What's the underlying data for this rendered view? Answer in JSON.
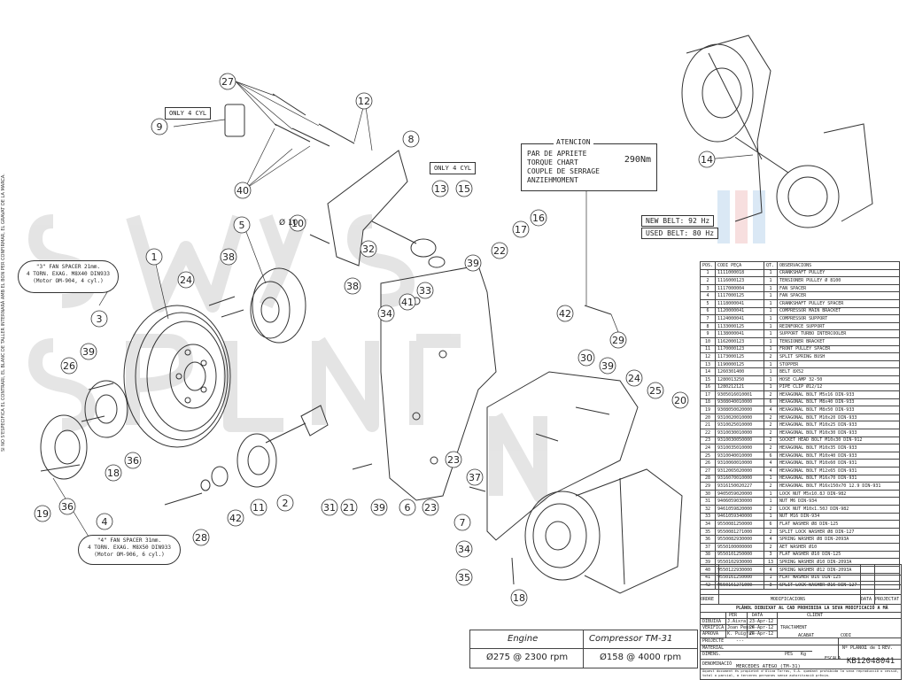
{
  "side_note": "SI NO S'ESPECIFICA EL CONTRARI, EL BLANC DE TALLER INTERNARÀ AMB EL BON PER CONFIRMAR, EL GRAVAT DE LA MARCA.",
  "watermark_color": "#cfcfcf",
  "accent_blue": "#bcd7ee",
  "accent_red": "#f2c6c6",
  "notes": {
    "only4_a": "ONLY 4 CYL",
    "only4_b": "ONLY 4 CYL",
    "spacer3_title": "\"3\" FAN SPACER 21mm.",
    "spacer3_l2": "4 TORN. EXAG. M8X40 DIN933",
    "spacer3_l3": "(Motor OM-904, 4 cyl.)",
    "spacer4_title": "\"4\" FAN SPACER 31mm.",
    "spacer4_l2": "4 TORN. EXAG. M8X50 DIN933",
    "spacer4_l3": "(Motor OM-906, 6 cyl.)",
    "diameter10": "Ø 10"
  },
  "torque": {
    "header": "ATENCION",
    "l1": "PAR DE APRIETE",
    "l2": "TORQUE CHART",
    "l3": "COUPLE DE SERRAGE",
    "l4": "ANZIEHMOMENT",
    "value": "290Nm"
  },
  "belt": {
    "new": "NEW BELT:  92 Hz",
    "used": "USED BELT:  80 Hz"
  },
  "callouts": [
    "27",
    "12",
    "9",
    "8",
    "40",
    "10",
    "5",
    "1",
    "38",
    "13",
    "15",
    "16",
    "17",
    "22",
    "39",
    "24",
    "32",
    "38",
    "33",
    "34",
    "41",
    "2",
    "3",
    "39",
    "26",
    "36",
    "18",
    "19",
    "36",
    "4",
    "11",
    "42",
    "28",
    "31",
    "21",
    "39",
    "6",
    "23",
    "23",
    "37",
    "7",
    "34",
    "35",
    "18",
    "42",
    "29",
    "30",
    "39",
    "24",
    "25",
    "20",
    "14"
  ],
  "bom_header": {
    "pos": "POS.",
    "code": "CODI PEÇA",
    "qty": "QT.",
    "obs": "OBSERVACIONS"
  },
  "bom": [
    [
      "1",
      "1111000018",
      "1",
      "CRANKSHAFT PULLEY"
    ],
    [
      "2",
      "1116000123",
      "1",
      "TENSIONER PULLEY Ø 8100"
    ],
    [
      "3",
      "1117000004",
      "1",
      "FAN SPACER"
    ],
    [
      "4",
      "1117000125",
      "1",
      "FAN SPACER"
    ],
    [
      "5",
      "1118000041",
      "1",
      "CRANKSHAFT PULLEY SPACER"
    ],
    [
      "6",
      "1120000041",
      "1",
      "COMPRESSOR MAIN BRACKET"
    ],
    [
      "7",
      "1124000041",
      "1",
      "COMPRESSOR SUPPORT"
    ],
    [
      "8",
      "1133000125",
      "1",
      "REINFORCE SUPPORT"
    ],
    [
      "9",
      "1138000041",
      "1",
      "SUPPORT TURBO INTERCOOLER"
    ],
    [
      "10",
      "1162000123",
      "1",
      "TENSIONER BRACKET"
    ],
    [
      "11",
      "1170000123",
      "1",
      "FRONT PULLEY SPACER"
    ],
    [
      "12",
      "1173000125",
      "2",
      "SPLIT SPRING BUSH"
    ],
    [
      "13",
      "1190000125",
      "1",
      "STOPPER"
    ],
    [
      "14",
      "1260301400",
      "1",
      "BELT 8X52"
    ],
    [
      "15",
      "1280013250",
      "1",
      "HOSE CLAMP 32-50"
    ],
    [
      "16",
      "1280212121",
      "1",
      "PIPE CLIP Ø12/12"
    ],
    [
      "17",
      "9305016010001",
      "2",
      "HEXAGONAL BOLT M5x16 DIN-933"
    ],
    [
      "18",
      "9308040010000",
      "6",
      "HEXAGONAL BOLT M8x40 DIN-933"
    ],
    [
      "19",
      "9308050020000",
      "4",
      "HEXAGONAL BOLT M8x50 DIN-933"
    ],
    [
      "20",
      "9310020010000",
      "2",
      "HEXAGONAL BOLT M10x20 DIN-933"
    ],
    [
      "21",
      "9310025010000",
      "2",
      "HEXAGONAL BOLT M10x25 DIN-933"
    ],
    [
      "22",
      "9310030010000",
      "2",
      "HEXAGONAL BOLT M10x30 DIN-933"
    ],
    [
      "23",
      "9310030050000",
      "2",
      "SOCKET HEAD BOLT M10x30  DIN-912"
    ],
    [
      "24",
      "9310035010000",
      "2",
      "HEXAGONAL BOLT M10x35 DIN-933"
    ],
    [
      "25",
      "9310040010000",
      "6",
      "HEXAGONAL BOLT M10x40 DIN-933"
    ],
    [
      "26",
      "9310060010000",
      "4",
      "HEXAGONAL BOLT M10x60 DIN-931"
    ],
    [
      "27",
      "9312065020000",
      "4",
      "HEXAGONAL BOLT M12x65 DIN-931"
    ],
    [
      "28",
      "9316070010000",
      "1",
      "HEXAGONAL BOLT M16x70 DIN-931"
    ],
    [
      "29",
      "9316150020227",
      "2",
      "HEXAGONAL BOLT M16x150x70 12.9 DIN-931"
    ],
    [
      "30",
      "9405059020000",
      "1",
      "LOCK NUT M5x10.8J DIN-982"
    ],
    [
      "31",
      "9406059030000",
      "1",
      "NUT M6 DIN-934"
    ],
    [
      "32",
      "9461059820000",
      "2",
      "LOCK NUT M10x1.50J DIN-982"
    ],
    [
      "33",
      "9461059340000",
      "1",
      "NUT M16 DIN-934"
    ],
    [
      "34",
      "9550081250000",
      "6",
      "FLAT WASHER Ø8 DIN-125"
    ],
    [
      "35",
      "9550081271000",
      "2",
      "SPLIT LOCK WASHER Ø8 DIN-127"
    ],
    [
      "36",
      "9550082930000",
      "4",
      "SPRING WASHER Ø8 DIN-2093A"
    ],
    [
      "37",
      "9550100000000",
      "2",
      "AET WASHER Ø10"
    ],
    [
      "38",
      "9550101250000",
      "3",
      "FLAT WASHER Ø10 DIN-125"
    ],
    [
      "39",
      "9550102930000",
      "13",
      "SPRING WASHER Ø10 DIN-2093A"
    ],
    [
      "40",
      "9550122930000",
      "4",
      "SPRING WASHER Ø12 DIN-2093A"
    ],
    [
      "41",
      "9550161250000",
      "1",
      "FLAT WASHER Ø16 DIN-125"
    ],
    [
      "42",
      "9550161271000",
      "3",
      "SPLIT LOCK WASHER Ø16 DIN-127"
    ]
  ],
  "mods": {
    "header": "MODIFICACIONS",
    "ordre": "ORDRE",
    "data": "DATA",
    "projectat": "PROJECTAT"
  },
  "title_block": {
    "banner": "PLÀNOL DIBUIXAT AL CAD PROHIBIDA LA SEVA MODIFICACIÓ A MÀ",
    "per": "PER",
    "data_lbl": "DATA",
    "client": "CLIENT",
    "dibuixa": "DIBUIXA",
    "dibuixa_per": "J.Aixra",
    "dibuixa_data": "23-Apr-12",
    "verifica": "VERIFICA",
    "verifica_per": "Joan Peñit",
    "verifica_data": "24-Apr-12",
    "aprova": "APROVA",
    "aprova_per": "K. Puigfal",
    "aprova_data": "24-Apr-12",
    "tractament": "TRACTAMENT",
    "projecte": "PROJECTE",
    "acabat": "ACABAT",
    "codi": "CODI",
    "material": "MATERIAL",
    "dimens": "DIMENS.",
    "pes": "PES",
    "kg": "Kg",
    "plano_lbl": "Nº PLÀNOL",
    "sheet": "1 de 1",
    "rev": "REV.",
    "escala": "ESCALA",
    "denominacio": "DENOMINACIÓ",
    "name": "MERCEDES ATEGO (TM-31)",
    "number": "KB12048041",
    "legal": "Aquest document és propietat d'Oliva Torras, S.A. quedant prohibida la seva reproducció o cessió, total o parcial, a terceres persones sense autorització prèvia.",
    "dash": "---"
  },
  "engine_table": {
    "engine": "Engine",
    "compressor": "Compressor  TM-31",
    "engine_val": "Ø275 @ 2300 rpm",
    "compressor_val": "Ø158 @ 4000 rpm"
  }
}
